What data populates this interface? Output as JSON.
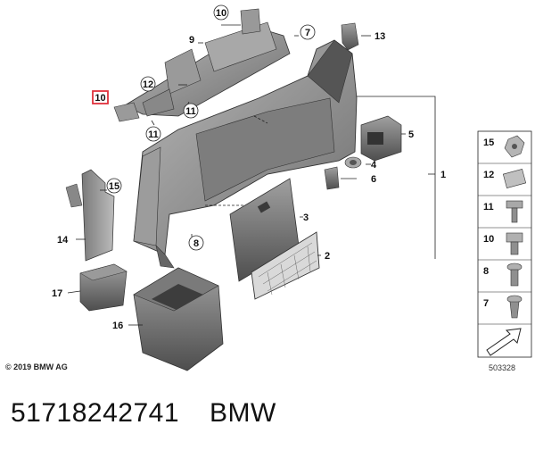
{
  "callouts": {
    "c1": "1",
    "c2": "2",
    "c3": "3",
    "c4": "4",
    "c5": "5",
    "c6": "6",
    "c7_top": "7",
    "c8": "8",
    "c9": "9",
    "c10_top": "10",
    "c10_highlight": "10",
    "c11_a": "11",
    "c11_b": "11",
    "c12": "12",
    "c13": "13",
    "c14": "14",
    "c15": "15",
    "c16": "16",
    "c17": "17"
  },
  "legend": [
    "15",
    "12",
    "11",
    "10",
    "8",
    "7"
  ],
  "copyright": "© 2019 BMW AG",
  "ref_number": "503328",
  "part_number": "51718242741",
  "brand": "BMW",
  "colors": {
    "highlight": "#e0323c",
    "part_gray": "#8f8f8f",
    "dark_gray": "#4a4a4a",
    "line": "#222222"
  }
}
